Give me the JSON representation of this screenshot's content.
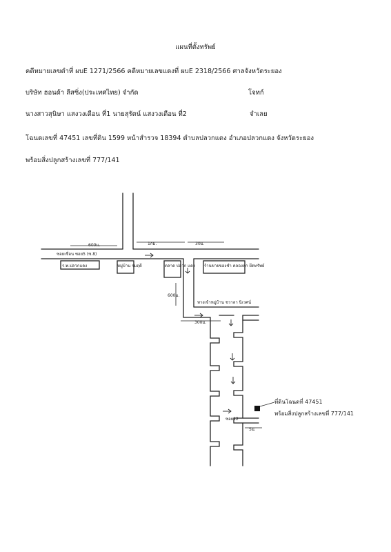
{
  "doc": {
    "title": "แผนที่ตั้งทรัพย์",
    "case_line": "คดีหมายเลขดำที่  ผบE 1271/2566  คดีหมายเลขแดงที่  ผบE 2318/2566  ศาลจังหวัดระยอง",
    "plaintiff_name": "บริษัท ฮอนด้า ลีสซิ่ง(ประเทศไทย) จำกัด",
    "plaintiff_role": "โจทก์",
    "defendant_name": "นางสาวสุนิษา  แสงวงเดือน  ที่1  นายสุรัตน์  แสงวงเดือน  ที่2",
    "defendant_role": "จำเลย",
    "deed_line": "โฉนดเลขที่ 47451  เลขที่ดิน 1599  หน้าสำรวจ 18394  ตำบลปลวกแดง  อำเภอปลวกแดง  จังหวัดระยอง",
    "building_line": "พร้อมสิ่งปลูกสร้างเลขที่ 777/141"
  },
  "map": {
    "dist_600_left": "600ม.",
    "dist_1km": "1กม.",
    "dist_30": "30ม.",
    "road_name": "ซอยเขื่อน ซอย5 (ซ.8)",
    "place_school": "ร.พ.ปลวกแดง",
    "place_village": "หมู่บ้าน ร่มฤดี",
    "place_market": "ตลาด ปลวก แดง",
    "place_store": "ร้านขายของชำ คลองหก ยึดทรัพย์",
    "dist_600_vertical": "600ม.",
    "entrance_label": "ทางเข้าหมู่บ้าน ชวาลา นิเวศน์",
    "dist_300": "300ม.",
    "soi_label": "ซอย12",
    "dist_5": "5ม.",
    "target_line1": "ที่ดินโฉนดที่ 47451",
    "target_line2": "พร้อมสิ่งปลูกสร้างเลขที่ 777/141"
  }
}
